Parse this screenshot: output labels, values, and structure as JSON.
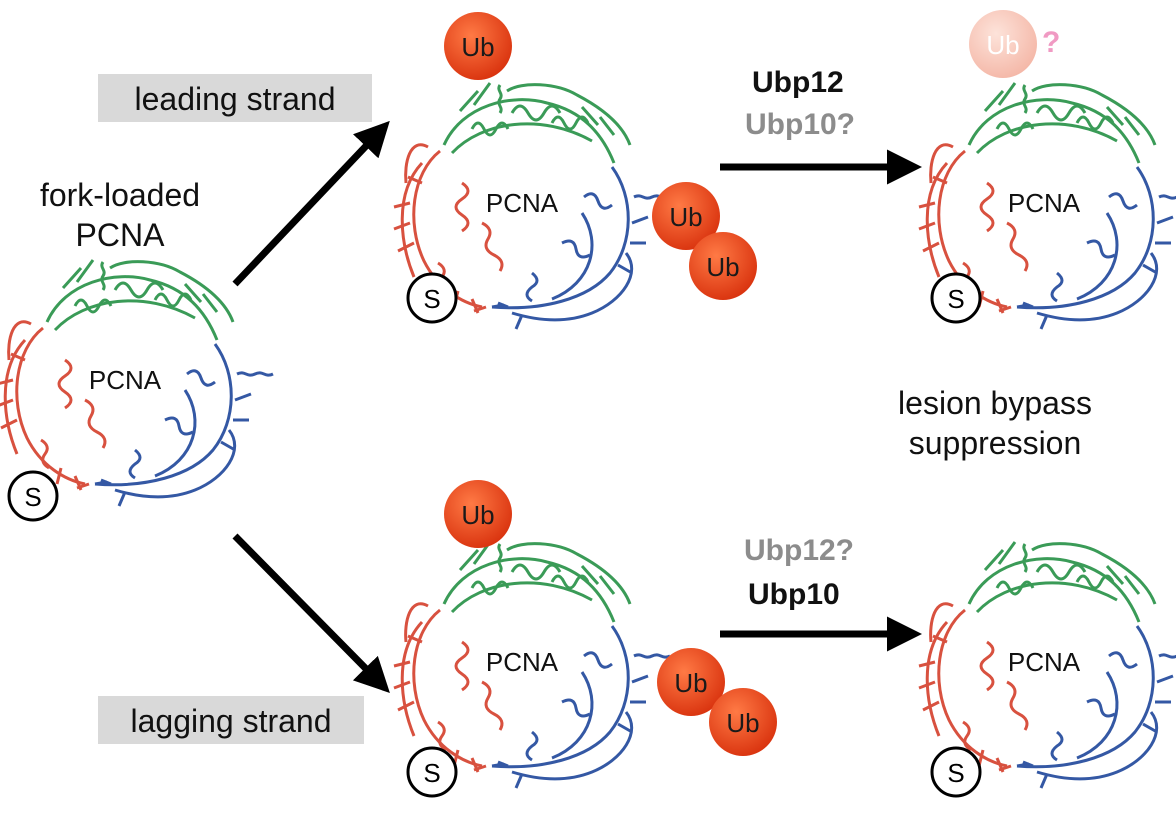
{
  "colors": {
    "subunit_green": "#3a9b57",
    "subunit_red": "#d8513f",
    "subunit_blue": "#3458a4",
    "ubiquitin": "#e8431c",
    "ubiquitin_faded": "#f6c2b6",
    "strand_box": "#d9d9d9",
    "faded_text": "#8c8c8c",
    "question_pink": "#f09ac3"
  },
  "left": {
    "title_line1": "fork-loaded",
    "title_line2": "PCNA",
    "pcna_label": "PCNA",
    "sumo_label": "S"
  },
  "top": {
    "strand_label": "leading strand",
    "pcna_label": "PCNA",
    "sumo_label": "S",
    "ub_labels": [
      "Ub",
      "Ub",
      "Ub"
    ],
    "enzyme_primary": "Ubp12",
    "enzyme_secondary": "Ubp10?",
    "result_pcna_label": "PCNA",
    "result_sumo_label": "S",
    "result_faded_ub": "Ub",
    "result_question": "?"
  },
  "outcome": {
    "line1": "lesion bypass",
    "line2": "suppression"
  },
  "bottom": {
    "strand_label": "lagging strand",
    "pcna_label": "PCNA",
    "sumo_label": "S",
    "ub_labels": [
      "Ub",
      "Ub",
      "Ub"
    ],
    "enzyme_secondary": "Ubp12?",
    "enzyme_primary": "Ubp10",
    "result_pcna_label": "PCNA",
    "result_sumo_label": "S"
  }
}
